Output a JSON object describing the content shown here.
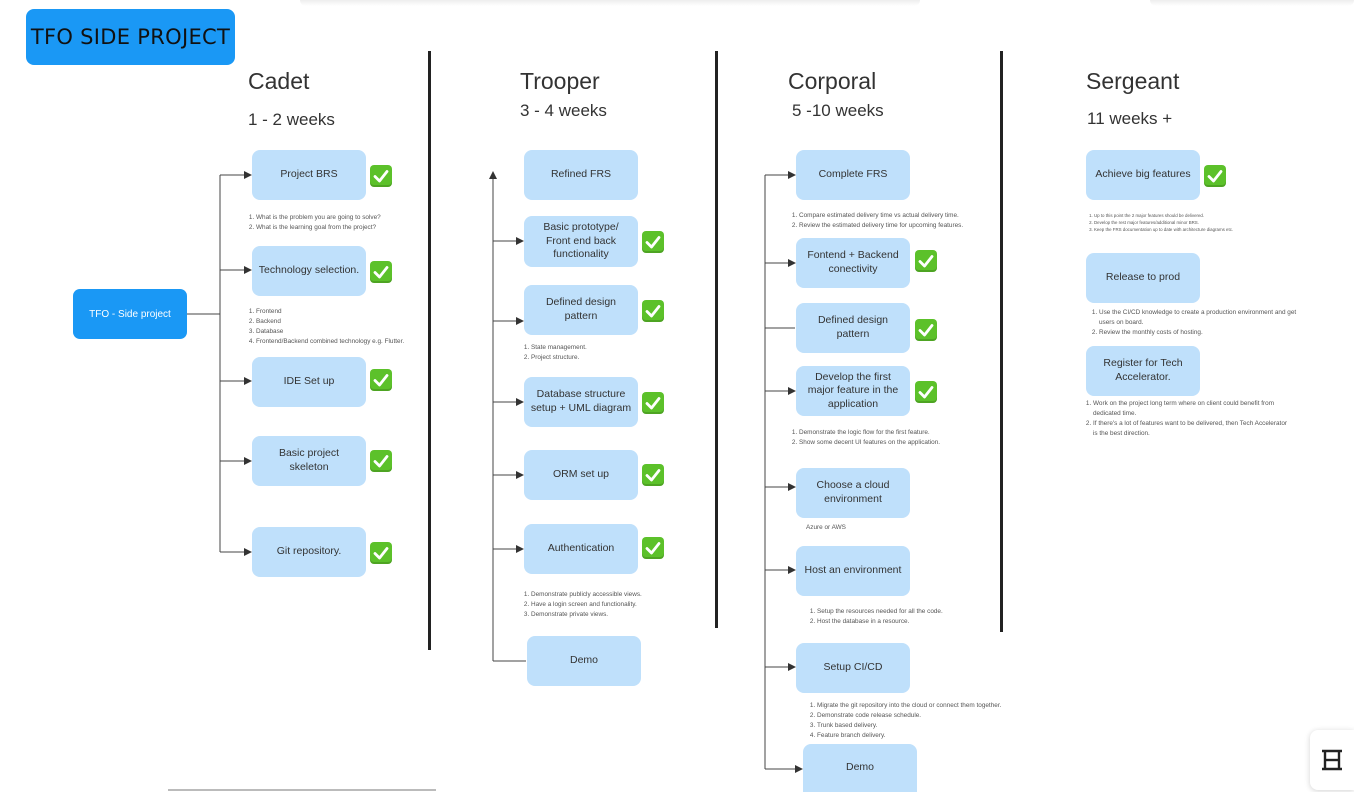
{
  "badge": "TFO SIDE PROJECT",
  "root": "TFO  - Side project",
  "columns": [
    {
      "title": "Cadet",
      "duration": "1 - 2 weeks"
    },
    {
      "title": "Trooper",
      "duration": "3 - 4 weeks"
    },
    {
      "title": "Corporal",
      "duration": "5 -10 weeks"
    },
    {
      "title": "Sergeant",
      "duration": "11 weeks +"
    }
  ],
  "cadet": {
    "items": [
      "Project BRS",
      "Technology selection.",
      "IDE Set up",
      "Basic project skeleton",
      "Git repository."
    ],
    "notes_brs": [
      "What is the problem you are going to solve?",
      "What is the learning goal from the project?"
    ],
    "notes_tech": [
      "Frontend",
      "Backend",
      "Database",
      "Frontend/Backend combined technology e.g. Flutter."
    ]
  },
  "trooper": {
    "items": [
      "Refined FRS",
      "Basic prototype/ Front end back functionality",
      "Defined design pattern",
      "Database structure setup + UML diagram",
      "ORM set up",
      "Authentication",
      "Demo"
    ],
    "notes_design": [
      "State management.",
      "Project structure."
    ],
    "notes_auth": [
      "Demonstrate publicly accessible views.",
      "Have a login screen and functionality.",
      "Demonstrate private views."
    ]
  },
  "corporal": {
    "items": [
      "Complete FRS",
      "Fontend + Backend conectivity",
      "Defined design pattern",
      "Develop the first major feature in the application",
      "Choose a cloud environment",
      "Host an environment",
      "Setup CI/CD",
      "Demo"
    ],
    "notes_frs": [
      "Compare estimated delivery time vs actual delivery time.",
      "Review the estimated delivery time for upcoming features."
    ],
    "notes_feature": [
      "Demonstrate the logic flow for the first feature.",
      "Show some decent UI features on the application."
    ],
    "note_cloud": "Azure or AWS",
    "notes_host": [
      "Setup the resources needed for all the code.",
      "Host the database in a resource."
    ],
    "notes_cicd": [
      "Migrate the git repository into the cloud or connect them together.",
      "Demonstrate code release schedule.",
      "Trunk based delivery.",
      "Feature branch delivery."
    ]
  },
  "sergeant": {
    "items": [
      "Achieve big features",
      "Release to prod",
      "Register for Tech Accelerator."
    ],
    "notes_big": [
      "Up to this point the 2 major features should be delivered.",
      "Develop the rest major features/additional minor BRS.",
      "Keep the FRS documentation up to date with architecture diagrams etc."
    ],
    "notes_release": [
      "Use the CI/CD knowledge to create a production environment and get users on board.",
      "Review the monthly costs of hosting."
    ],
    "notes_register": [
      "Work on the project long term where on client could benefit from dedicated time.",
      "If there's a lot of features want to be delivered, then Tech Accelerator is the best direction."
    ]
  },
  "colors": {
    "badge": "#1a98f5",
    "box": "#bfe0fb",
    "check": "#5cc12a"
  },
  "icons": {
    "check": "check-mark-icon",
    "toolbar": "table-tool-icon"
  }
}
